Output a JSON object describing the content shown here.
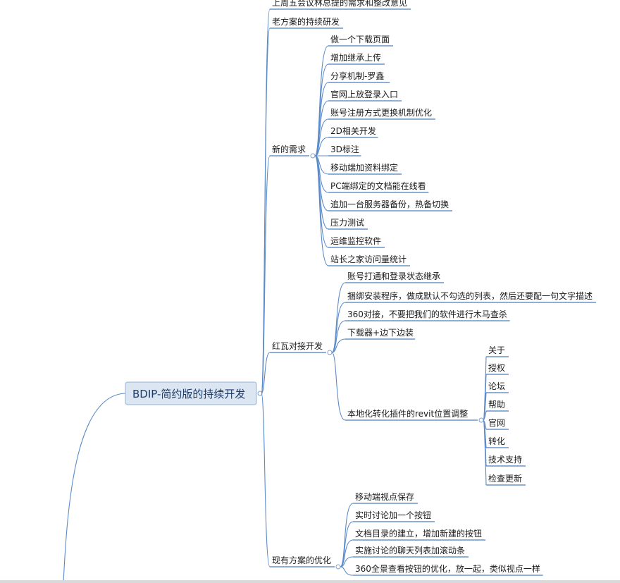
{
  "root": "BDIP-简约版的持续开发",
  "branches": [
    {
      "label": "上周五会议林总提的需求和整改意见",
      "children": []
    },
    {
      "label": "老方案的持续研发",
      "children": []
    },
    {
      "label": "新的需求",
      "children": [
        {
          "label": "做一个下载页面"
        },
        {
          "label": "增加继承上传"
        },
        {
          "label": "分享机制-罗鑫"
        },
        {
          "label": "官网上放登录入口"
        },
        {
          "label": "账号注册方式更换机制优化"
        },
        {
          "label": "2D相关开发"
        },
        {
          "label": "3D标注"
        },
        {
          "label": "移动端加资料绑定"
        },
        {
          "label": "PC端绑定的文档能在线看"
        },
        {
          "label": "追加一台服务器备份，热备切换"
        },
        {
          "label": "压力测试"
        },
        {
          "label": "运维监控软件"
        },
        {
          "label": "站长之家访问量统计"
        }
      ]
    },
    {
      "label": "红瓦对接开发",
      "children": [
        {
          "label": "账号打通和登录状态继承"
        },
        {
          "label": "捆绑安装程序，做成默认不勾选的列表，然后还要配一句文字描述"
        },
        {
          "label": "360对接，不要把我们的软件进行木马查杀"
        },
        {
          "label": "下载器+边下边装"
        },
        {
          "label": "本地化转化插件的revit位置调整",
          "children": [
            {
              "label": "关于"
            },
            {
              "label": "授权"
            },
            {
              "label": "论坛"
            },
            {
              "label": "帮助"
            },
            {
              "label": "官网"
            },
            {
              "label": "转化"
            },
            {
              "label": "技术支持"
            },
            {
              "label": "检查更新"
            }
          ]
        }
      ]
    },
    {
      "label": "现有方案的优化",
      "children": [
        {
          "label": "移动端视点保存"
        },
        {
          "label": "实时讨论加一个按钮"
        },
        {
          "label": "文档目录的建立，增加新建的按钮"
        },
        {
          "label": "实施讨论的聊天列表加滚动条"
        },
        {
          "label": "360全景查看按钮的优化，放一起，类似视点一样"
        }
      ]
    }
  ]
}
